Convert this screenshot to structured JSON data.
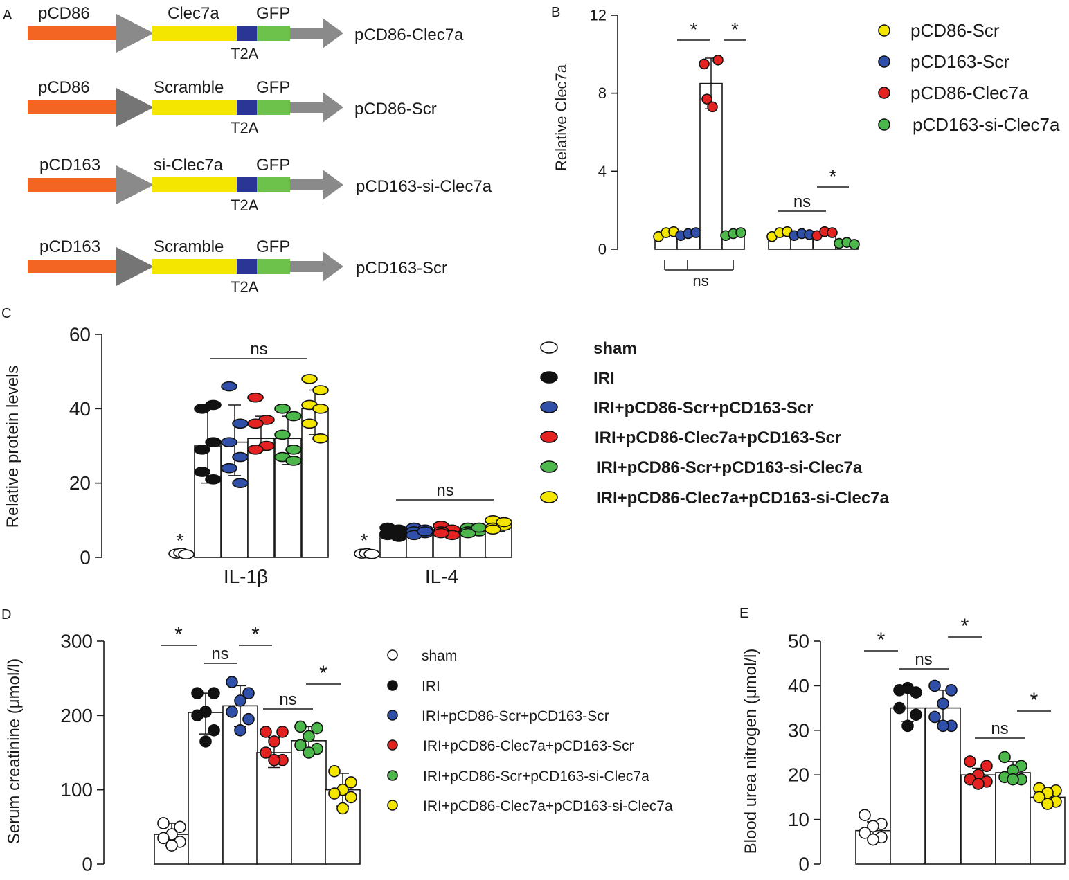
{
  "colors": {
    "white": "#ffffff",
    "black": "#111111",
    "blue": "#2f4fa8",
    "red": "#e52222",
    "green": "#4cb84c",
    "yellow": "#f5e600",
    "orange": "#f26522",
    "arrow": "#8a8a8a",
    "t2a": "#2b3595",
    "gfp": "#6cc24a",
    "dark_arrow": "#757575"
  },
  "panels": {
    "A": "A",
    "B": "B",
    "C": "C",
    "D": "D",
    "E": "E"
  },
  "panel_a": {
    "constructs": [
      {
        "promoter": "pCD86",
        "insert": "Clec7a",
        "tag": "GFP",
        "linker": "T2A",
        "name": "pCD86-Clec7a"
      },
      {
        "promoter": "pCD86",
        "insert": "Scramble",
        "tag": "GFP",
        "linker": "T2A",
        "name": "pCD86-Scr"
      },
      {
        "promoter": "pCD163",
        "insert": "si-Clec7a",
        "tag": "GFP",
        "linker": "T2A",
        "name": "pCD163-si-Clec7a"
      },
      {
        "promoter": "pCD163",
        "insert": "Scramble",
        "tag": "GFP",
        "linker": "T2A",
        "name": "pCD163-Scr"
      }
    ]
  },
  "legend_b": [
    {
      "name": "pCD86-Scr",
      "color": "#f5e600"
    },
    {
      "name": "pCD163-Scr",
      "color": "#2f4fa8"
    },
    {
      "name": "pCD86-Clec7a",
      "color": "#e52222"
    },
    {
      "name": "pCD163-si-Clec7a",
      "color": "#4cb84c"
    }
  ],
  "legend_groups": [
    {
      "name": "sham",
      "color": "#ffffff"
    },
    {
      "name": "IRI",
      "color": "#111111"
    },
    {
      "name": "IRI+pCD86-Scr+pCD163-Scr",
      "color": "#2f4fa8"
    },
    {
      "name": "IRI+pCD86-Clec7a+pCD163-Scr",
      "color": "#e52222"
    },
    {
      "name": "IRI+pCD86-Scr+pCD163-si-Clec7a",
      "color": "#4cb84c"
    },
    {
      "name": "IRI+pCD86-Clec7a+pCD163-si-Clec7a",
      "color": "#f5e600"
    }
  ],
  "chart_data": [
    {
      "panel": "B",
      "type": "bar",
      "ylabel": "Relative Clec7a",
      "ylim": [
        0,
        12
      ],
      "yticks": [
        "0",
        "4",
        "8",
        "12"
      ],
      "groups": [
        {
          "bars": [
            {
              "series": "pCD86-Scr",
              "mean": 0.8,
              "points": [
                0.65,
                0.85,
                0.9
              ]
            },
            {
              "series": "pCD163-Scr",
              "mean": 0.8,
              "points": [
                0.7,
                0.8,
                0.85
              ]
            },
            {
              "series": "pCD86-Clec7a",
              "mean": 8.5,
              "points": [
                9.5,
                9.7,
                7.7,
                7.3
              ]
            },
            {
              "series": "pCD163-si-Clec7a",
              "mean": 0.8,
              "points": [
                0.7,
                0.8,
                0.85
              ]
            }
          ]
        },
        {
          "bars": [
            {
              "series": "pCD86-Scr",
              "mean": 0.8,
              "points": [
                0.65,
                0.85,
                0.9
              ]
            },
            {
              "series": "pCD163-Scr",
              "mean": 0.8,
              "points": [
                0.7,
                0.8,
                0.75
              ]
            },
            {
              "series": "pCD86-Clec7a",
              "mean": 0.8,
              "points": [
                0.7,
                0.9,
                0.85
              ]
            },
            {
              "series": "pCD163-si-Clec7a",
              "mean": 0.3,
              "points": [
                0.3,
                0.35,
                0.25
              ]
            }
          ]
        }
      ],
      "annotations": [
        "*",
        "*",
        "ns",
        "*",
        "ns"
      ]
    },
    {
      "panel": "C",
      "type": "bar",
      "ylabel": "Relative protein levels",
      "ylim": [
        0,
        60
      ],
      "yticks": [
        "0",
        "20",
        "40",
        "60"
      ],
      "categories": [
        "IL-1β",
        "IL-4"
      ],
      "series": [
        {
          "name": "sham",
          "values": [
            1,
            1
          ],
          "points": [
            [
              1,
              1.2,
              0.8
            ],
            [
              1,
              1.1,
              0.9
            ]
          ]
        },
        {
          "name": "IRI",
          "values": [
            30,
            6.5
          ],
          "points": [
            [
              40,
              41,
              29,
              31,
              23,
              21
            ],
            [
              8,
              7,
              6,
              5.5,
              6.5,
              7.5
            ]
          ]
        },
        {
          "name": "IRI+pCD86-Scr+pCD163-Scr",
          "values": [
            31,
            7
          ],
          "points": [
            [
              46,
              36,
              31,
              27,
              24,
              20
            ],
            [
              8,
              7.5,
              7,
              6.5,
              6,
              7
            ]
          ]
        },
        {
          "name": "IRI+pCD86-Clec7a+pCD163-Scr",
          "values": [
            32,
            7
          ],
          "points": [
            [
              43,
              37,
              36,
              30,
              29
            ],
            [
              8.5,
              7.5,
              7,
              6,
              6.5
            ]
          ]
        },
        {
          "name": "IRI+pCD86-Scr+pCD163-si-Clec7a",
          "values": [
            32,
            7.5
          ],
          "points": [
            [
              40,
              38,
              33,
              29,
              27,
              26
            ],
            [
              8,
              7.5,
              7,
              7,
              6.5,
              8
            ]
          ]
        },
        {
          "name": "IRI+pCD86-Clec7a+pCD163-si-Clec7a",
          "values": [
            40,
            8
          ],
          "points": [
            [
              48,
              45,
              41,
              40,
              36,
              32
            ],
            [
              10,
              9,
              8,
              8.5,
              7.5,
              9.5
            ]
          ]
        }
      ],
      "annotations": [
        "*",
        "ns",
        "*",
        "ns"
      ]
    },
    {
      "panel": "D",
      "type": "bar",
      "ylabel": "Serum creatinine (μmol/l)",
      "ylim": [
        0,
        300
      ],
      "yticks": [
        "0",
        "100",
        "200",
        "300"
      ],
      "series": [
        {
          "name": "sham",
          "value": 40,
          "points": [
            55,
            50,
            40,
            35,
            30,
            25
          ]
        },
        {
          "name": "IRI",
          "value": 204,
          "points": [
            230,
            230,
            205,
            200,
            180,
            165
          ]
        },
        {
          "name": "IRI+pCD86-Scr+pCD163-Scr",
          "value": 213,
          "points": [
            245,
            230,
            220,
            205,
            195,
            180
          ]
        },
        {
          "name": "IRI+pCD86-Clec7a+pCD163-Scr",
          "value": 150,
          "points": [
            178,
            178,
            165,
            150,
            140,
            140
          ]
        },
        {
          "name": "IRI+pCD86-Scr+pCD163-si-Clec7a",
          "value": 166,
          "points": [
            185,
            183,
            172,
            160,
            155,
            150
          ]
        },
        {
          "name": "IRI+pCD86-Clec7a+pCD163-si-Clec7a",
          "value": 100,
          "points": [
            125,
            110,
            100,
            95,
            90,
            75
          ]
        }
      ],
      "annotations": [
        "*",
        "ns",
        "*",
        "ns",
        "*"
      ]
    },
    {
      "panel": "E",
      "type": "bar",
      "ylabel": "Blood urea nitrogen (μmol/l)",
      "ylim": [
        0,
        50
      ],
      "yticks": [
        "0",
        "10",
        "20",
        "30",
        "40",
        "50"
      ],
      "series": [
        {
          "name": "sham",
          "value": 7.5,
          "points": [
            11,
            9,
            8.5,
            7,
            6,
            5.5
          ]
        },
        {
          "name": "IRI",
          "value": 35,
          "points": [
            39,
            38.5,
            39.5,
            35,
            33.5,
            31
          ]
        },
        {
          "name": "IRI+pCD86-Scr+pCD163-Scr",
          "value": 35,
          "points": [
            40,
            39,
            36,
            33,
            31,
            31
          ]
        },
        {
          "name": "IRI+pCD86-Clec7a+pCD163-Scr",
          "value": 20,
          "points": [
            23,
            22,
            20,
            19,
            18.5,
            18
          ]
        },
        {
          "name": "IRI+pCD86-Scr+pCD163-si-Clec7a",
          "value": 20.5,
          "points": [
            24,
            22,
            21,
            19.5,
            19,
            19
          ]
        },
        {
          "name": "IRI+pCD86-Clec7a+pCD163-si-Clec7a",
          "value": 15,
          "points": [
            17,
            16.5,
            16,
            15,
            14,
            13.5
          ]
        }
      ],
      "annotations": [
        "*",
        "ns",
        "*",
        "ns",
        "*"
      ]
    }
  ]
}
